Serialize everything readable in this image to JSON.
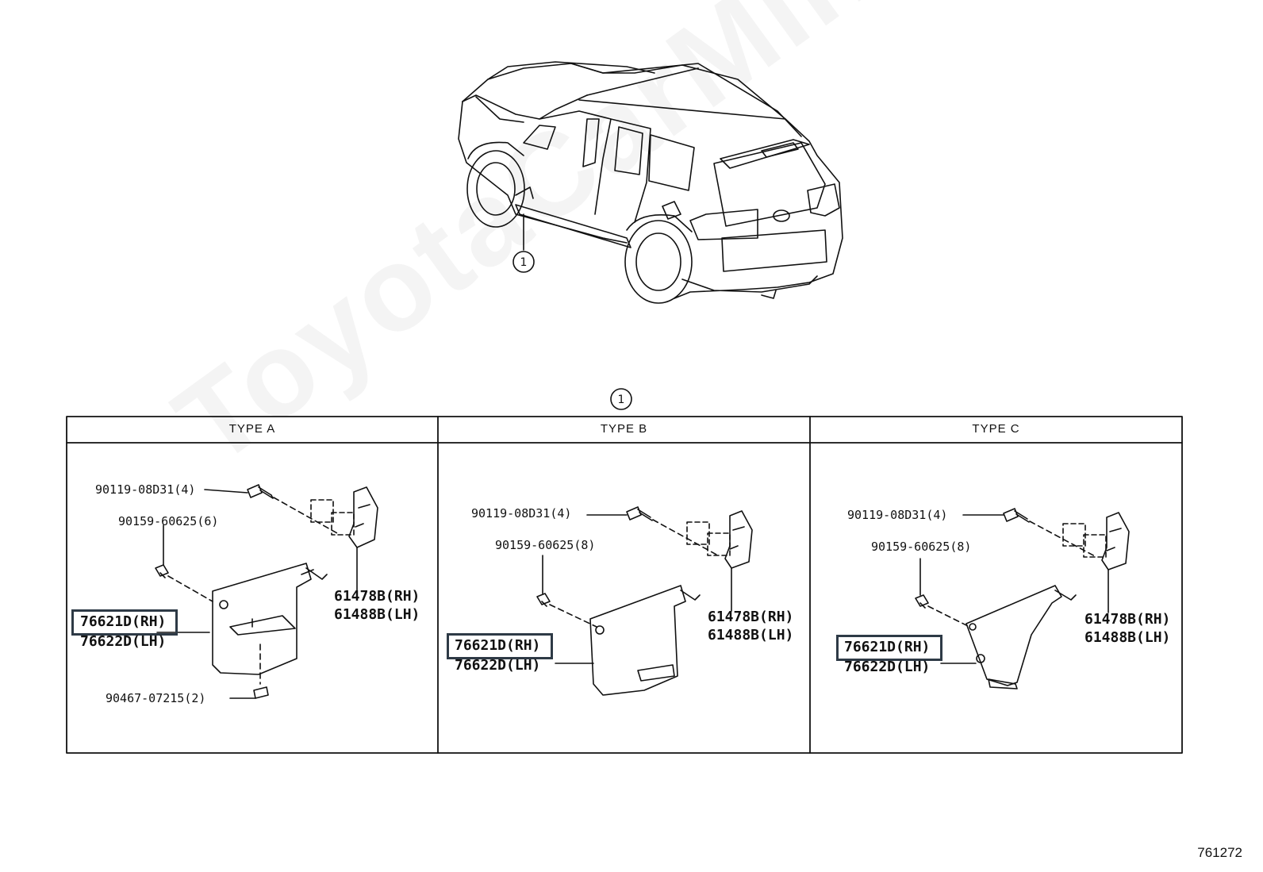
{
  "watermark": "ToyotaCarMine.ru",
  "figure_number": "761272",
  "callout_id": "1",
  "panels": [
    {
      "title": "TYPE A",
      "parts": {
        "bolt": "90119-08D31(4)",
        "clip": "90159-60625(6)",
        "screw": "90467-07215(2)",
        "bracket_rh": "61478B(RH)",
        "bracket_lh": "61488B(LH)",
        "mudguard_rh": "76621D(RH)",
        "mudguard_lh": "76622D(LH)"
      }
    },
    {
      "title": "TYPE B",
      "parts": {
        "bolt": "90119-08D31(4)",
        "clip": "90159-60625(8)",
        "bracket_rh": "61478B(RH)",
        "bracket_lh": "61488B(LH)",
        "mudguard_rh": "76621D(RH)",
        "mudguard_lh": "76622D(LH)"
      }
    },
    {
      "title": "TYPE C",
      "parts": {
        "bolt": "90119-08D31(4)",
        "clip": "90159-60625(8)",
        "bracket_rh": "61478B(RH)",
        "bracket_lh": "61488B(LH)",
        "mudguard_rh": "76621D(RH)",
        "mudguard_lh": "76622D(LH)"
      }
    }
  ],
  "colors": {
    "line": "#111111",
    "highlight_border": "#2e3a46",
    "watermark": "#969696"
  }
}
